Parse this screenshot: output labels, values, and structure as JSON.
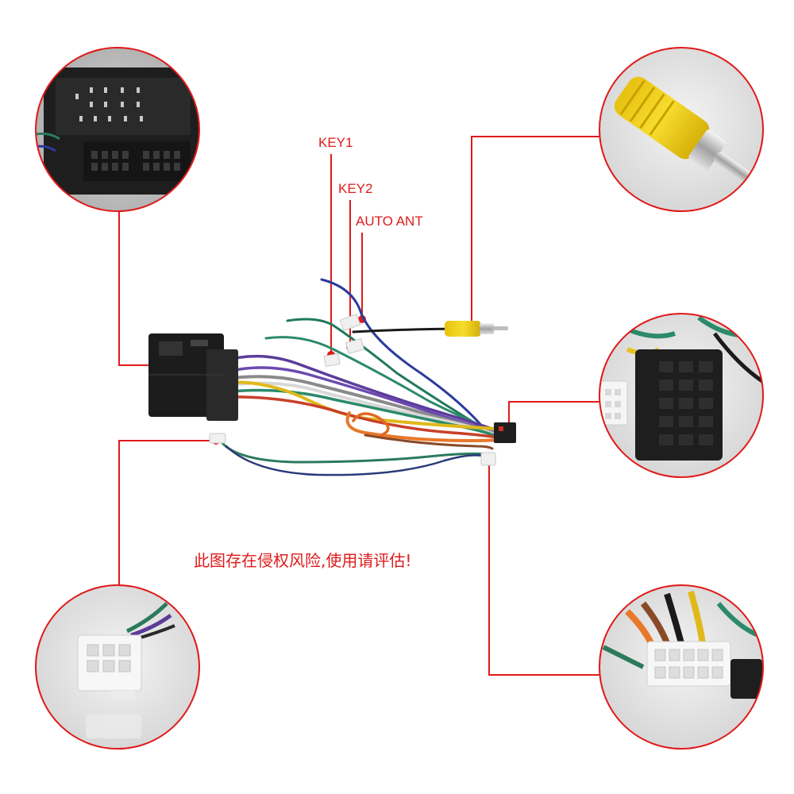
{
  "labels": {
    "key1": "KEY1",
    "key2": "KEY2",
    "auto_ant": "AUTO ANT"
  },
  "warning_text": "此图存在侵权风险,使用请评估!",
  "colors": {
    "accent_red": "#e01a1a",
    "circle_border": "#e01a1a",
    "connector_black": "#1c1c1c",
    "rca_yellow": "#f2d21a"
  },
  "insets": [
    {
      "name": "inset-main-connector-closeup",
      "depicts": "main-connector-face"
    },
    {
      "name": "inset-rca-plug-closeup",
      "depicts": "rca-plug"
    },
    {
      "name": "inset-iso-connector-closeup",
      "depicts": "black-multi-pin-connector"
    },
    {
      "name": "inset-small-white-connector-closeup",
      "depicts": "small-white-connector"
    },
    {
      "name": "inset-white-multi-connector-closeup",
      "depicts": "white-multi-pin-connector"
    }
  ]
}
